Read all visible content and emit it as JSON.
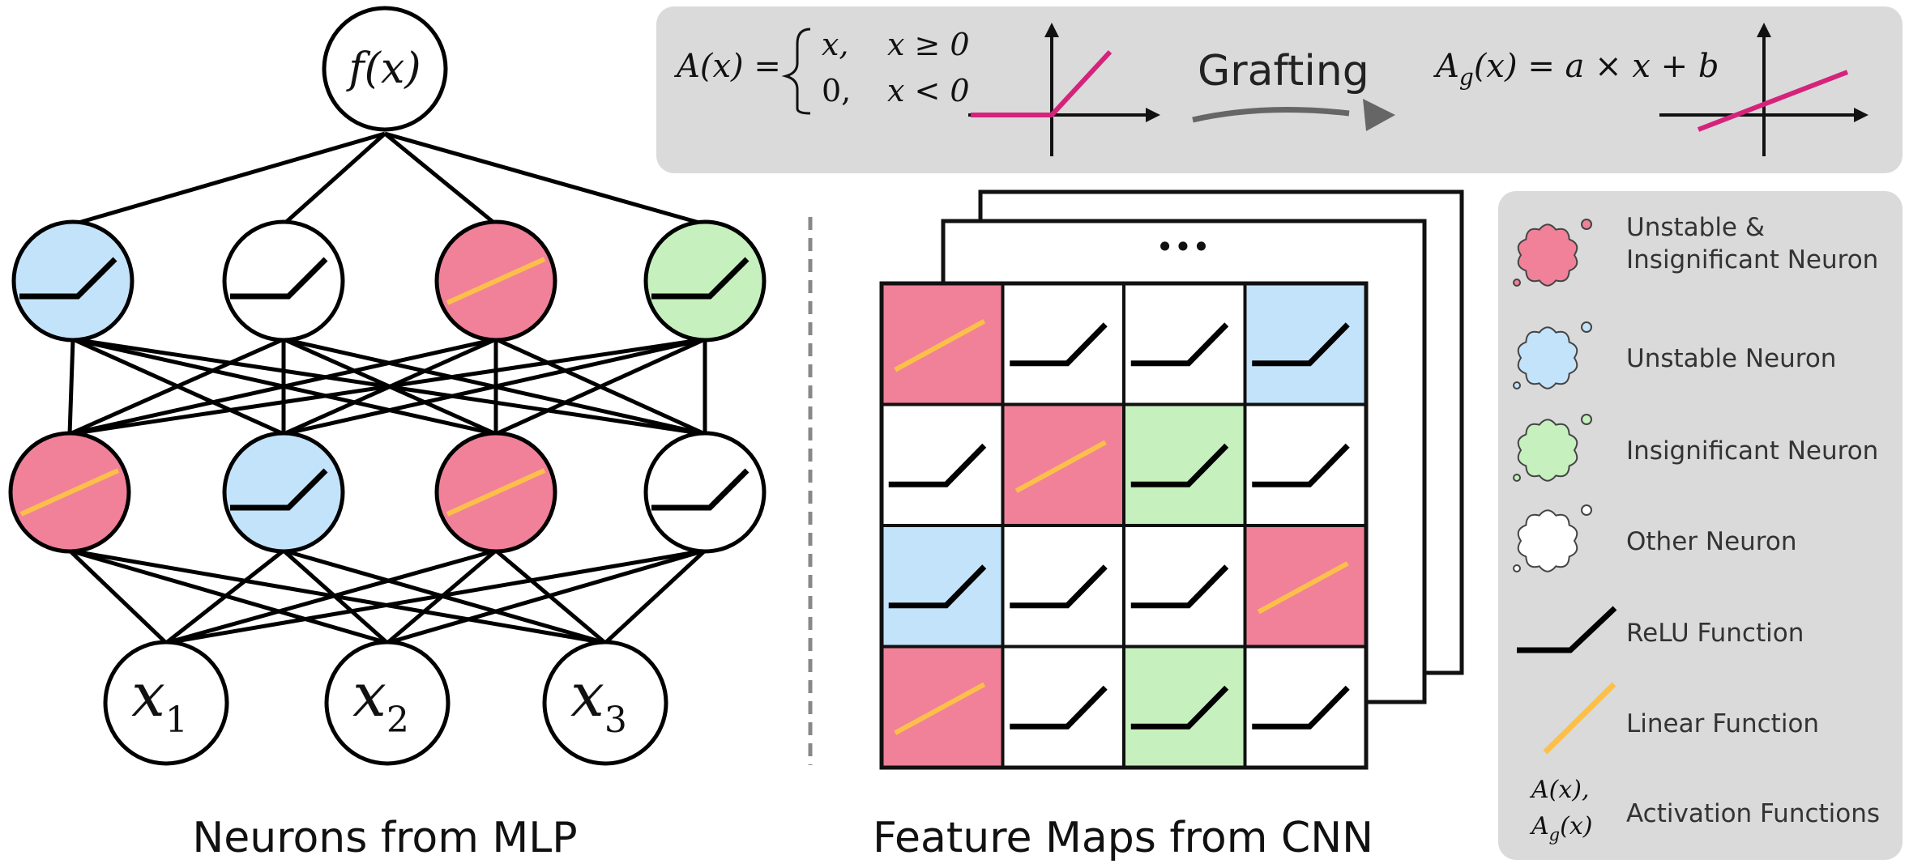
{
  "colors": {
    "unstable_insignificant": "#f08199",
    "unstable": "#c3e3fb",
    "insignificant": "#c6f0bd",
    "other": "#ffffff",
    "relu": "#000000",
    "linear": "#fcc04a",
    "panel": "#dadada",
    "formula_curve": "#d5237b",
    "arrow": "#666666"
  },
  "formula_panel": {
    "activation_lhs": "A(x) =",
    "case_1_value": "x,",
    "case_1_condition": "x ≥ 0",
    "case_2_value": "0,",
    "case_2_condition": "x < 0",
    "grafting_label": "Grafting",
    "grafted_lhs_base": "A",
    "grafted_lhs_sub": "g",
    "grafted_rhs": "(x) = a × x + b"
  },
  "mlp": {
    "caption": "Neurons from MLP",
    "output_node": "f(x)",
    "inputs": [
      {
        "base": "x",
        "sub": "1"
      },
      {
        "base": "x",
        "sub": "2"
      },
      {
        "base": "x",
        "sub": "3"
      }
    ],
    "hidden_layer_1": [
      {
        "type": "unstable",
        "fn": "relu"
      },
      {
        "type": "other",
        "fn": "relu"
      },
      {
        "type": "unstable_insignificant",
        "fn": "linear"
      },
      {
        "type": "insignificant",
        "fn": "relu"
      }
    ],
    "hidden_layer_2": [
      {
        "type": "unstable_insignificant",
        "fn": "linear"
      },
      {
        "type": "unstable",
        "fn": "relu"
      },
      {
        "type": "unstable_insignificant",
        "fn": "linear"
      },
      {
        "type": "other",
        "fn": "relu"
      }
    ]
  },
  "cnn": {
    "caption": "Feature Maps from CNN",
    "ellipsis": "•••",
    "grid": [
      [
        "unstable_insignificant",
        "other",
        "other",
        "unstable"
      ],
      [
        "other",
        "unstable_insignificant",
        "insignificant",
        "other"
      ],
      [
        "unstable",
        "other",
        "other",
        "unstable_insignificant"
      ],
      [
        "unstable_insignificant",
        "other",
        "insignificant",
        "other"
      ]
    ]
  },
  "legend": {
    "items": [
      {
        "type": "unstable_insignificant",
        "label_lines": [
          "Unstable &",
          "Insignificant Neuron"
        ]
      },
      {
        "type": "unstable",
        "label_lines": [
          "Unstable Neuron"
        ]
      },
      {
        "type": "insignificant",
        "label_lines": [
          "Insignificant Neuron"
        ]
      },
      {
        "type": "other",
        "label_lines": [
          "Other Neuron"
        ]
      }
    ],
    "relu_label": "ReLU Function",
    "linear_label": "Linear Function",
    "activation_symbol_1": "A(x),",
    "activation_symbol_2_base": "A",
    "activation_symbol_2_sub": "g",
    "activation_symbol_2_rest": "(x)",
    "activation_label": "Activation Functions"
  }
}
